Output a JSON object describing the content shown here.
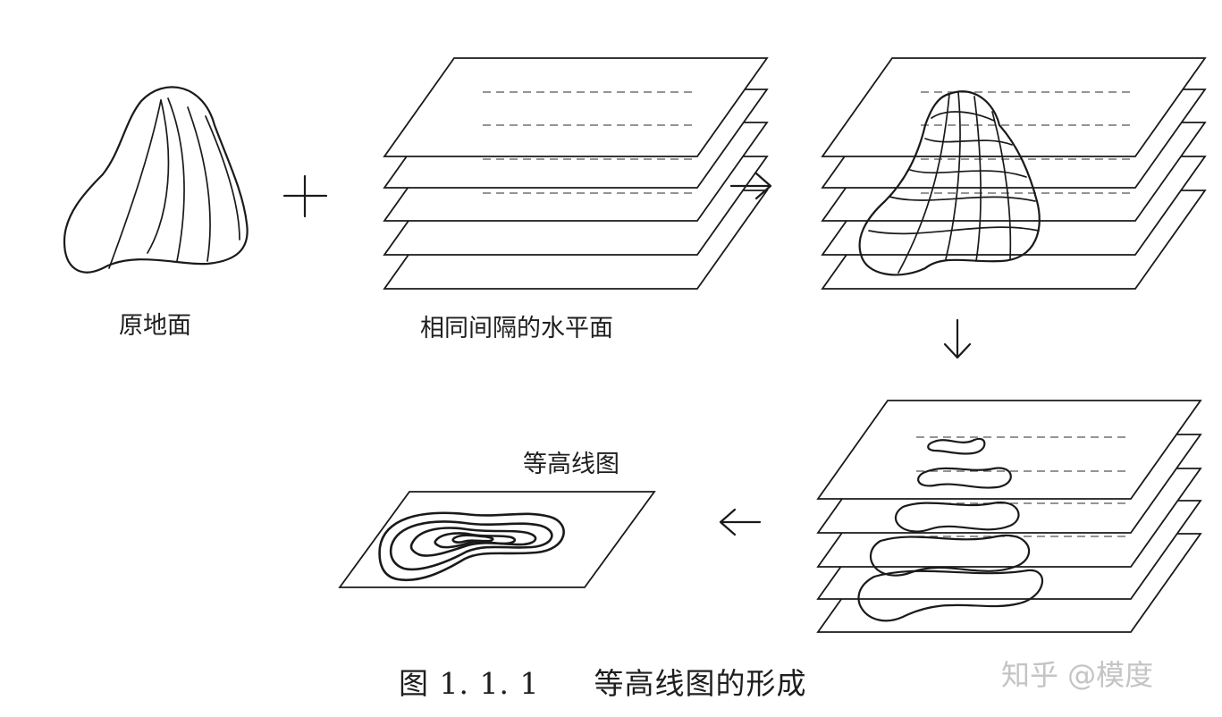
{
  "labels": {
    "original_ground": "原地面",
    "equal_interval_planes": "相同间隔的水平面",
    "contour_map": "等高线图"
  },
  "caption": {
    "number": "图 1. 1. 1",
    "title": "等高线图的形成"
  },
  "watermark": "知乎 @模度",
  "icons": [
    "plus-icon",
    "arrow-right-icon",
    "arrow-down-icon",
    "arrow-left-icon"
  ],
  "colors": {
    "ink": "#1a1a1a",
    "background": "#ffffff",
    "watermark": "#c4c4c4"
  }
}
